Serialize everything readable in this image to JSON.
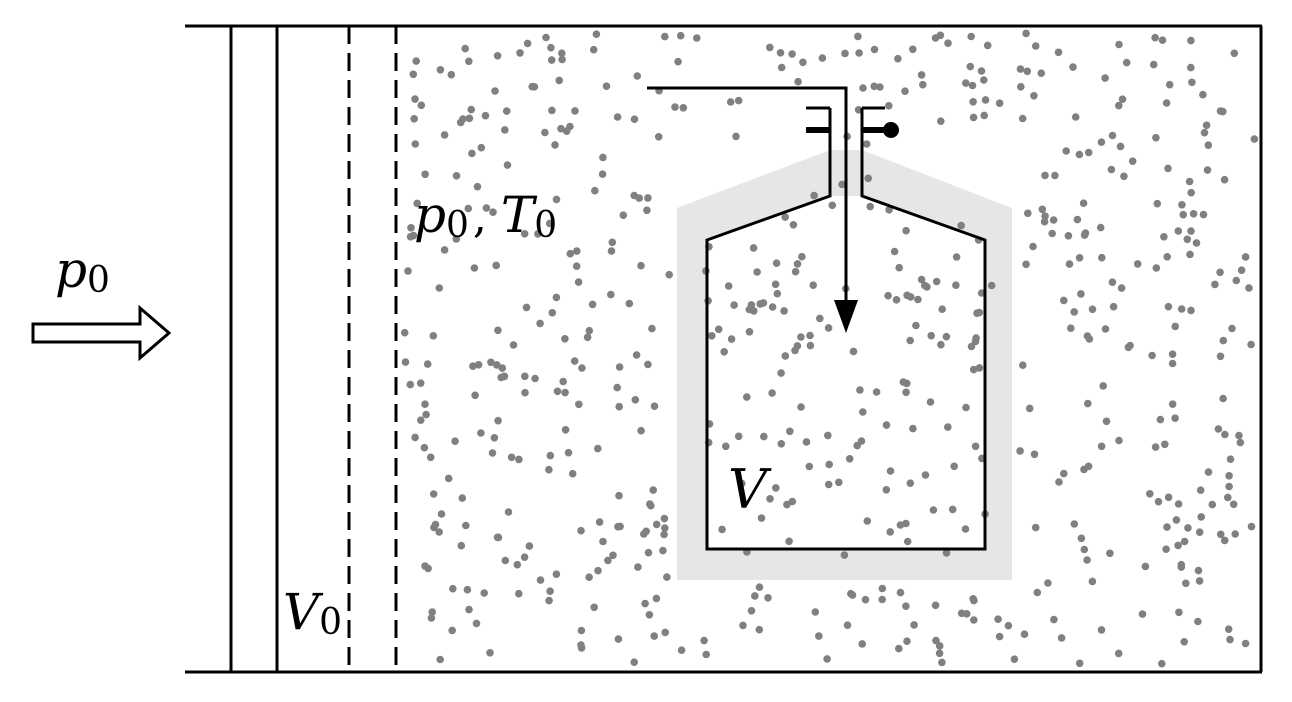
{
  "labels": {
    "outside_pressure": {
      "main": "p",
      "sub": "0"
    },
    "gas_state": {
      "p_main": "p",
      "p_sub": "0",
      "sep": ",",
      "t_main": "T",
      "t_sub": "0"
    },
    "vessel_volume": {
      "main": "V"
    },
    "initial_volume": {
      "main": "V",
      "sub": "0"
    }
  },
  "colors": {
    "line": "#000000",
    "particles": "#808080",
    "insulation": "#e6e6e6",
    "background": "#ffffff"
  }
}
